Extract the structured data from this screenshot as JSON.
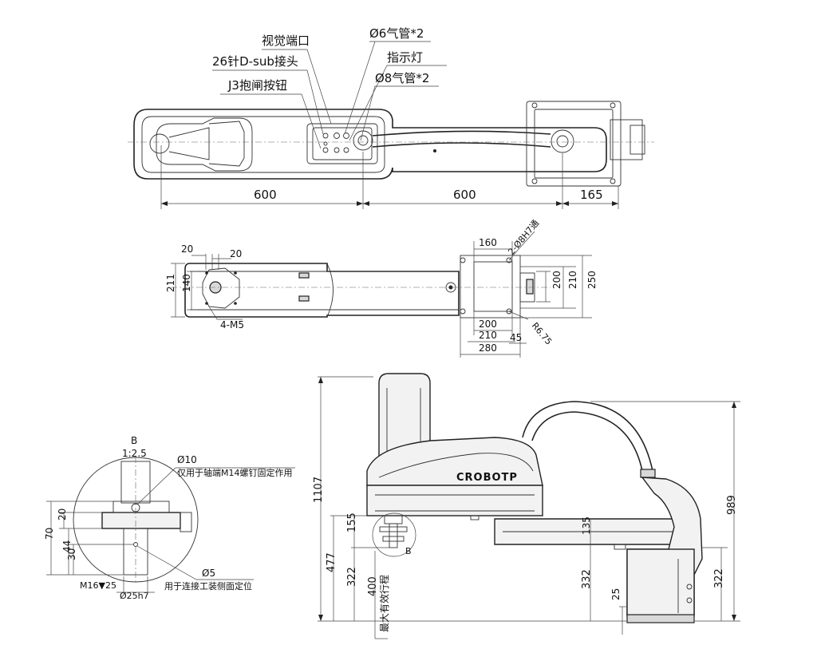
{
  "top_view": {
    "callouts": {
      "vision_port": "视觉端口",
      "dsub": "26针D-sub接头",
      "j3_brake": "J3抱闸按钮",
      "tube6": "Ø6气管*2",
      "indicator": "指示灯",
      "tube8": "Ø8气管*2"
    },
    "dims": {
      "arm1": "600",
      "arm2": "600",
      "base": "165"
    }
  },
  "bottom_view": {
    "dims": {
      "d20a": "20",
      "d20b": "20",
      "d211": "211",
      "d140": "140",
      "m5": "4-M5",
      "d160": "160",
      "hole": "2-Ø8H7通",
      "d200v": "200",
      "d210v": "210",
      "d250v": "250",
      "d200h": "200",
      "d210h": "210",
      "d280h": "280",
      "d45": "45",
      "r675": "R6.75"
    }
  },
  "detail_b": {
    "title": "B",
    "scale": "1:2.5",
    "phi10": "Ø10",
    "phi10_note": "仅用于轴端M14螺钉固定作用",
    "phi5": "Ø5",
    "phi5_note": "用于连接工装侧面定位",
    "m16": "M16▼25",
    "phi25": "Ø25h7",
    "d70": "70",
    "d20": "20",
    "d44": "44",
    "d30": "30"
  },
  "side_view": {
    "brand": "CROBOTP",
    "b_marker": "B",
    "stroke_label": "最大有效行程",
    "dims": {
      "h1107": "1107",
      "h477": "477",
      "h322a": "322",
      "h155": "155",
      "h400": "400",
      "h135": "135",
      "h332": "332",
      "h25": "25",
      "h989": "989",
      "h322b": "322"
    }
  }
}
